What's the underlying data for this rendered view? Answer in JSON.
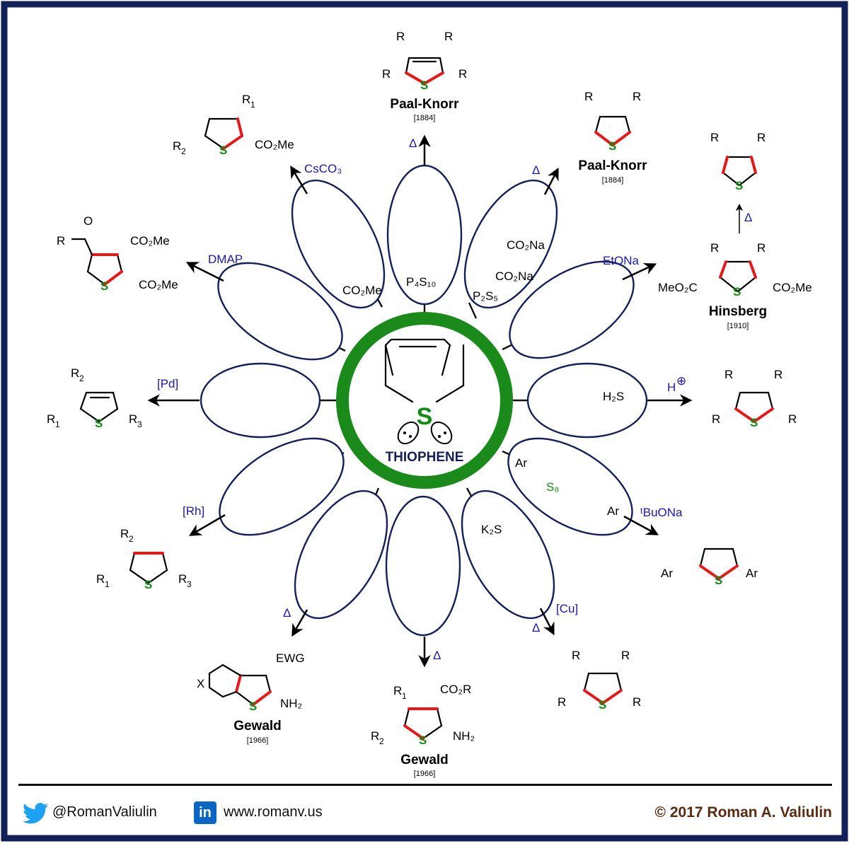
{
  "center": {
    "title": "THIOPHENE",
    "atom": "S"
  },
  "reactions": {
    "paal_knorr_top": {
      "reagent": "Δ",
      "name": "Paal-Knorr",
      "year": "[1884]"
    },
    "paal_knorr_right": {
      "reagent": "Δ",
      "name": "Paal-Knorr",
      "year": "[1884]"
    },
    "hinsberg": {
      "reagent": "EtONa",
      "heat": "Δ",
      "name": "Hinsberg",
      "year": "[1910]",
      "ester": "CO₂Me",
      "ester_left": "MeO₂C"
    },
    "furan": {
      "reagent": "H",
      "charge": "⊕",
      "h2s": "H₂S"
    },
    "diyne": {
      "reagent": "ᵗBuONa",
      "s8": "S₈",
      "ar": "Ar"
    },
    "copper": {
      "reagent": "[Cu]",
      "heat": "Δ",
      "k2s": "K₂S"
    },
    "gewald_bottom": {
      "reagent": "Δ",
      "name": "Gewald",
      "year": "[1966]",
      "co2r": "CO₂R",
      "nh2": "NH₂"
    },
    "gewald_left": {
      "reagent": "Δ",
      "name": "Gewald",
      "year": "[1966]",
      "ewg": "EWG",
      "nh2": "NH₂",
      "x": "X"
    },
    "rhodium": {
      "reagent": "[Rh]"
    },
    "palladium": {
      "reagent": "[Pd]"
    },
    "dmap": {
      "reagent": "DMAP",
      "co2me": "CO₂Me"
    },
    "cesium": {
      "reagent": "CsCO₃",
      "co2me": "CO₂Me"
    },
    "phosphorus": {
      "p4s10": "P₄S₁₀",
      "p2s5": "P₂S₅",
      "co2na": "CO₂Na"
    }
  },
  "footer": {
    "twitter": "@RomanValiulin",
    "website": "www.romanv.us",
    "copyright": "© 2017 Roman A. Valiulin",
    "linkedin_icon_text": "in"
  },
  "colors": {
    "ring": "#1a8a1a",
    "ellipse": "#14205a",
    "reagent": "#1a1aa6",
    "bond_highlight": "#e41a1a",
    "sulfur": "#138a13",
    "copyright": "#5a2b12"
  }
}
